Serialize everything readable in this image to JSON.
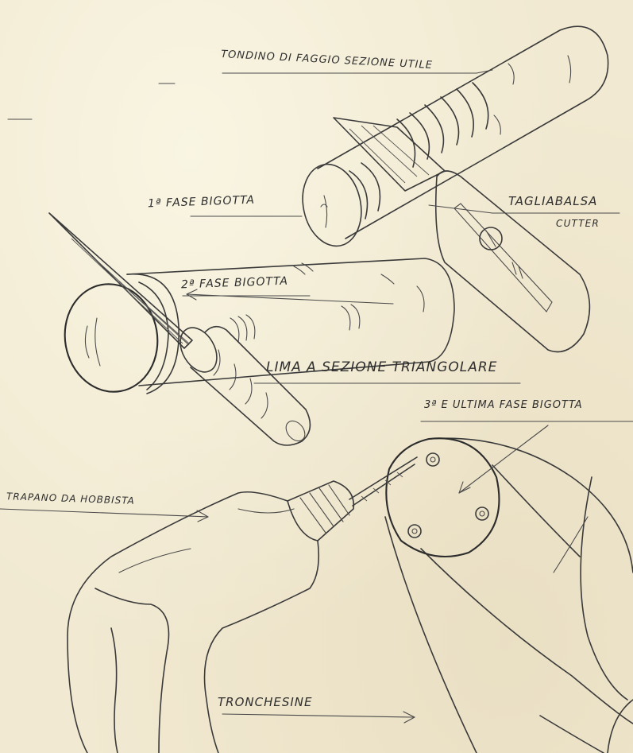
{
  "labels": {
    "tondino": "TONDINO DI FAGGIO SEZIONE UTILE",
    "tagliabalsa": "TAGLIABALSA",
    "cutter": "CUTTER",
    "fase1": "1ª FASE BIGOTTA",
    "fase2": "2ª FASE BIGOTTA",
    "lima": "LIMA A SEZIONE TRIANGOLARE",
    "fase3": "3ª E ULTIMA FASE BIGOTTA",
    "trapano": "TRAPANO DA HOBBISTA",
    "tronchesine": "TRONCHESINE"
  },
  "colors": {
    "paper": "#f1e9d1",
    "ink": "#3a3a3a"
  }
}
